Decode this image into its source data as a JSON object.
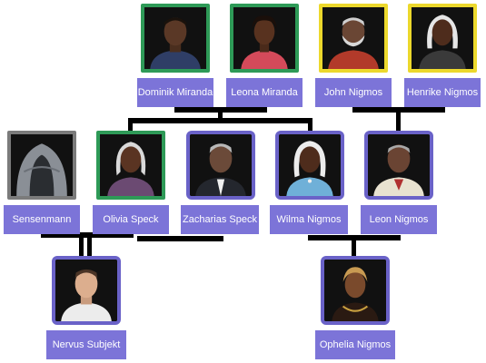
{
  "people": {
    "dominik": {
      "name": "Dominik Miranda"
    },
    "leona": {
      "name": "Leona Miranda"
    },
    "john": {
      "name": "John Nigmos"
    },
    "henrike": {
      "name": "Henrike Nigmos"
    },
    "sensenmann": {
      "name": "Sensenmann"
    },
    "olivia": {
      "name": "Olivia Speck"
    },
    "zacharias": {
      "name": "Zacharias Speck"
    },
    "wilma": {
      "name": "Wilma Nigmos"
    },
    "leon": {
      "name": "Leon Nigmos"
    },
    "nervus": {
      "name": "Nervus Subjekt"
    },
    "ophelia": {
      "name": "Ophelia Nigmos"
    }
  },
  "colors": {
    "label_bg": "#7c74d8",
    "frame_blue": "#6a62c8",
    "frame_green": "#2e9a57",
    "frame_yellow": "#ecd82c",
    "frame_gray": "#7b7b7b"
  }
}
